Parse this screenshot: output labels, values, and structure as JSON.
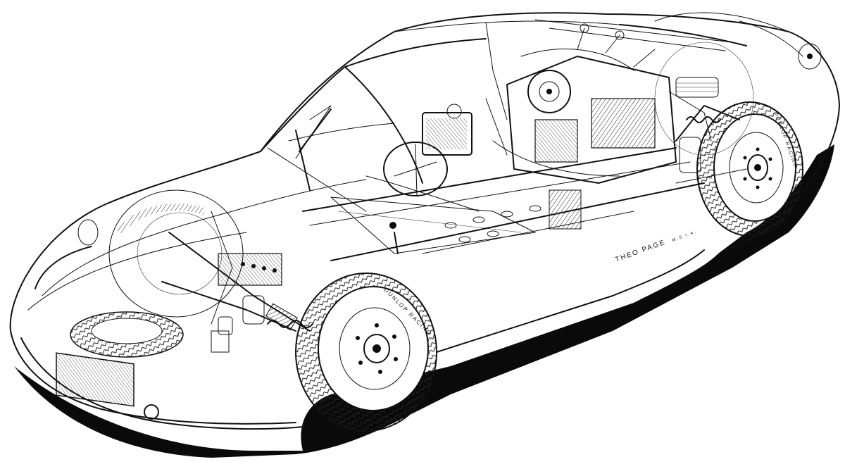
{
  "illustration": {
    "subject": "",
    "signature": "THEO PAGE",
    "signature_suffix": "M.S.I.A.",
    "tyre_marking_front": "DUNLOP RACING",
    "tyre_marking_rear": "DUNLOP RACING",
    "background_color": "#ffffff",
    "ink_color": "#111111"
  }
}
